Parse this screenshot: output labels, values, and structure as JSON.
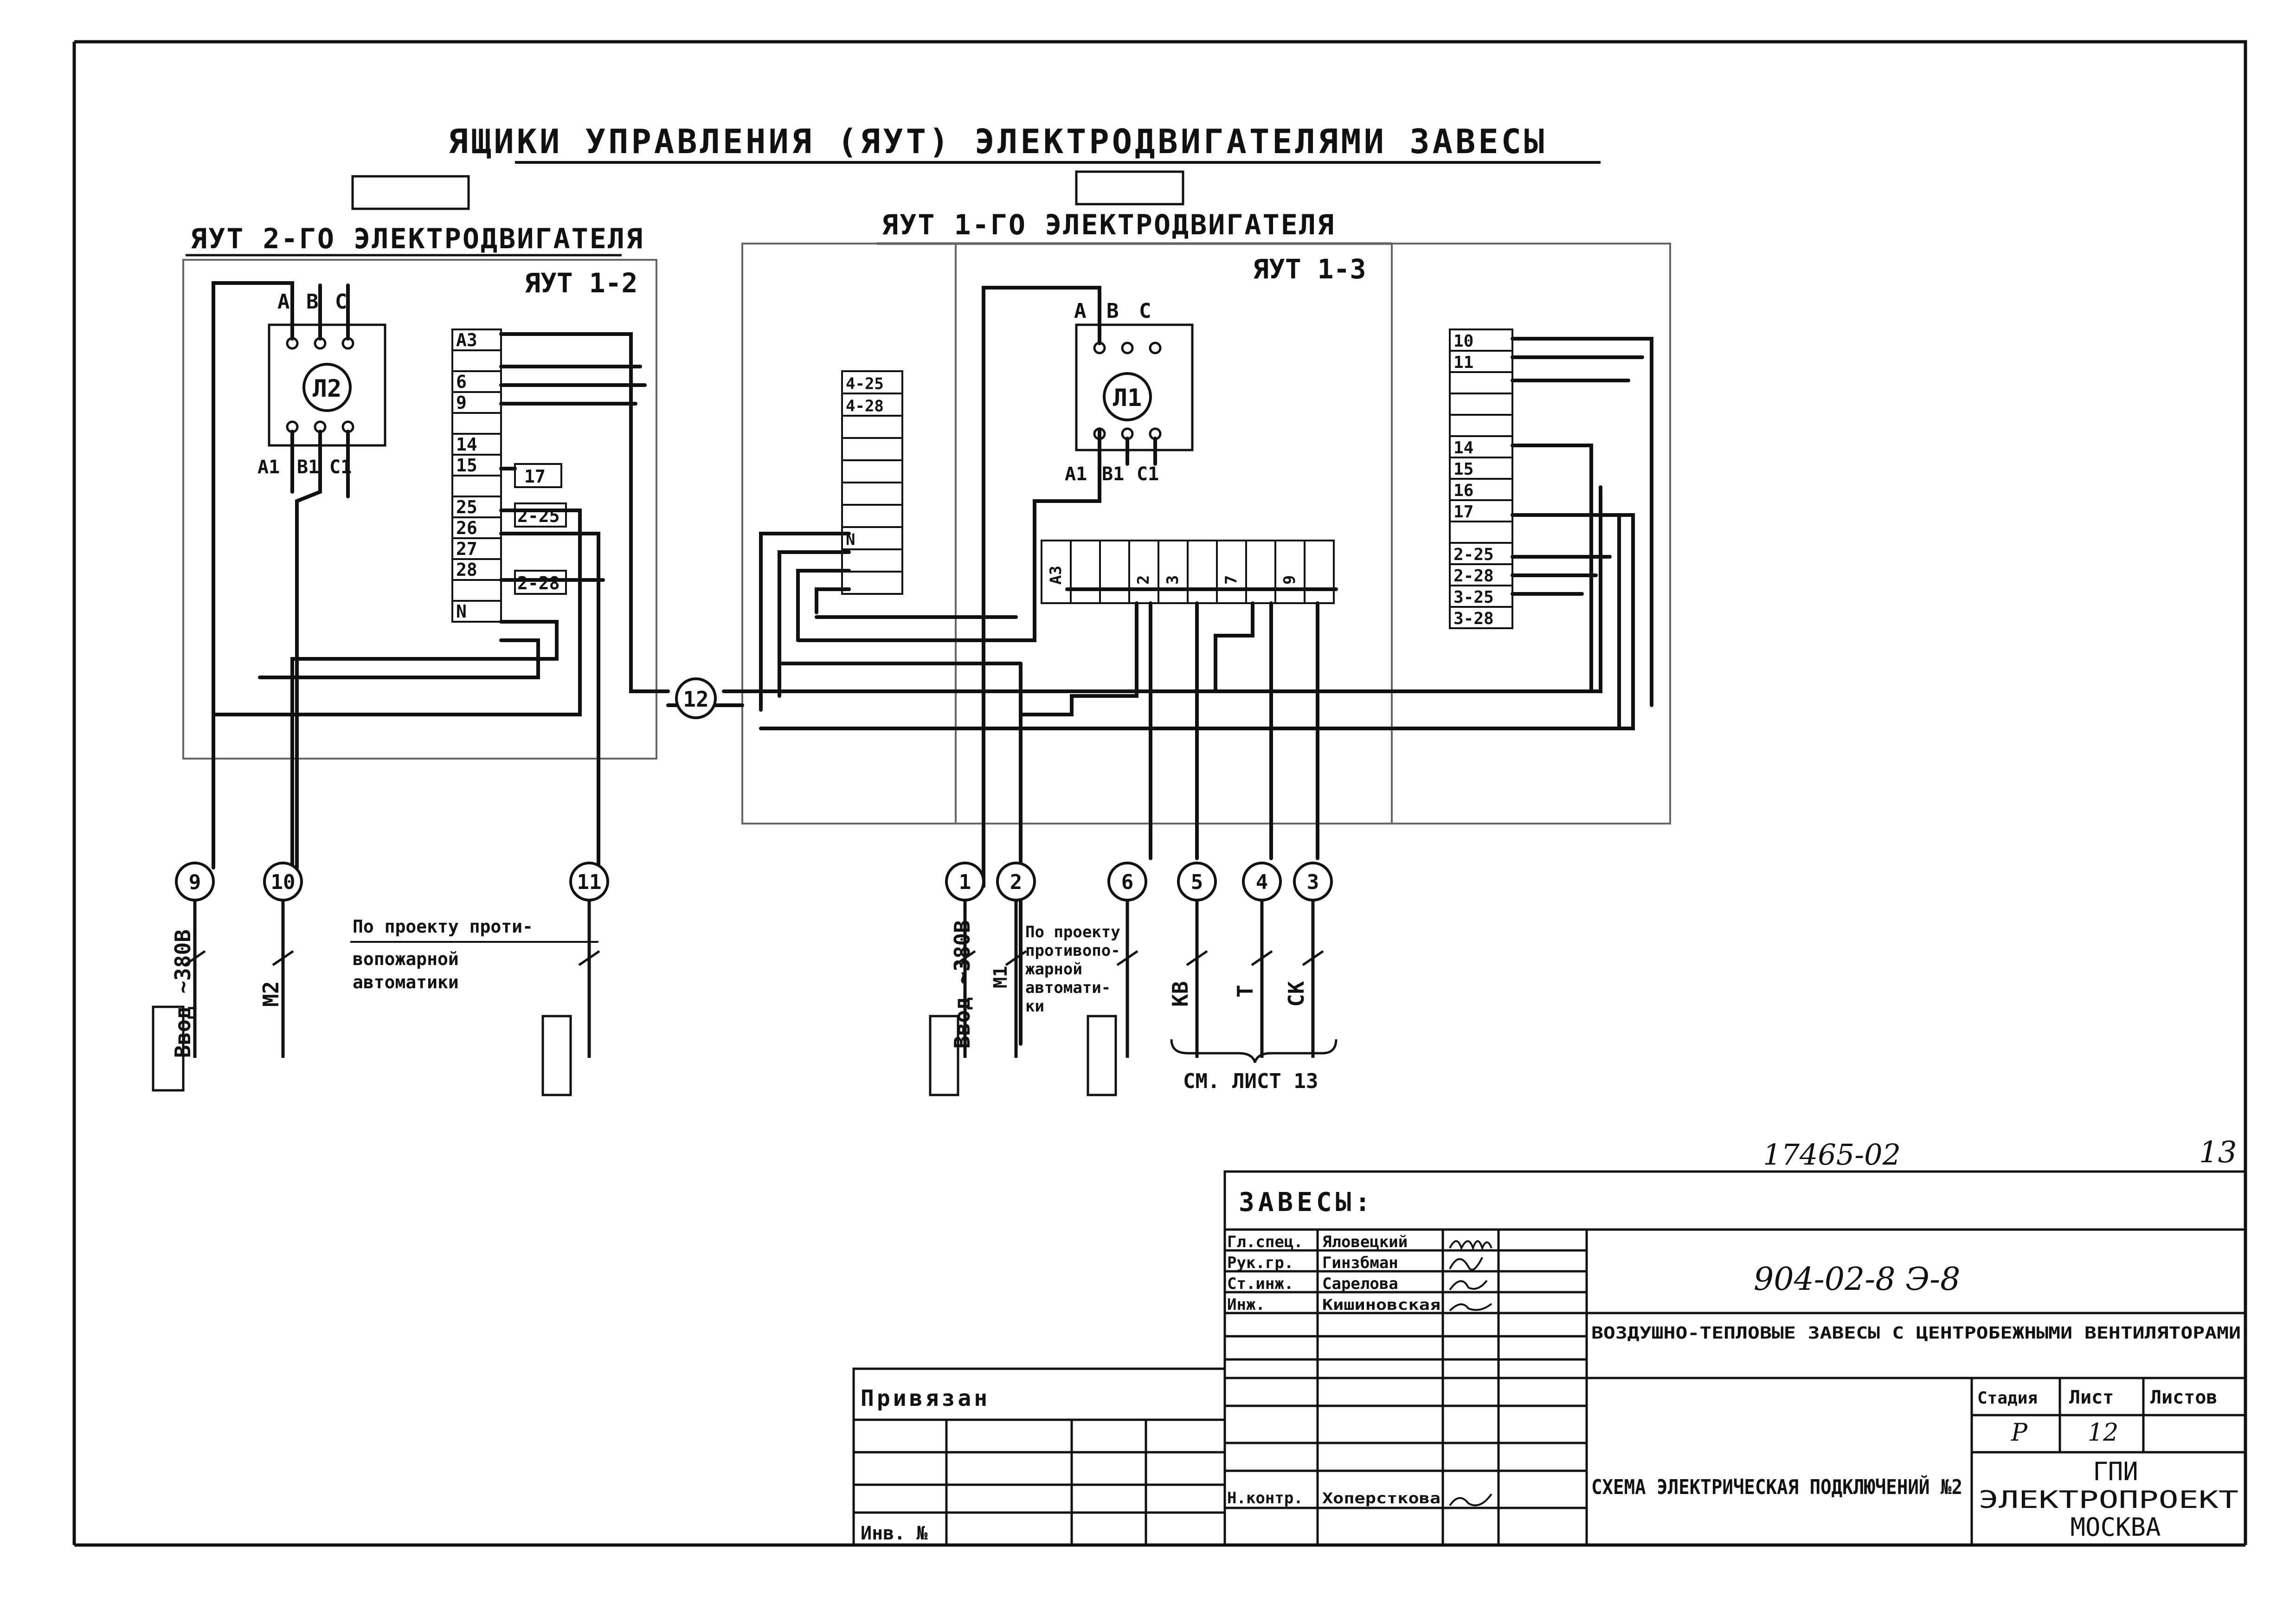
{
  "title": "ЯЩИКИ УПРАВЛЕНИЯ (ЯУТ) ЭЛЕКТРОДВИГАТЕЛЯМИ ЗАВЕСЫ",
  "left_box": {
    "heading": "ЯУТ 2-ГО ЭЛЕКТРОДВИГАТЕЛЯ",
    "id": "ЯУТ 1-2",
    "motor": "Л2",
    "phases_top": [
      "A",
      "B",
      "C"
    ],
    "phases_bottom": [
      "A1",
      "B1",
      "C1"
    ],
    "terminals": [
      "А3",
      "",
      "6",
      "9",
      "",
      "14",
      "15",
      "",
      "25",
      "26",
      "27",
      "28",
      "",
      "N"
    ],
    "jumpers": [
      "17",
      "2-25",
      "2-28"
    ]
  },
  "right_box": {
    "heading": "ЯУТ 1-ГО ЭЛЕКТРОДВИГАТЕЛЯ",
    "id": "ЯУТ 1-3",
    "motor": "Л1",
    "phases_top": [
      "A",
      "B",
      "C"
    ],
    "phases_bottom": [
      "A1",
      "B1",
      "C1"
    ],
    "small_terminals": [
      "4-25",
      "4-28",
      "",
      "",
      "",
      "",
      "",
      "N",
      "",
      ""
    ],
    "mid_terminals": [
      "А3",
      "",
      "",
      "2",
      "3",
      "",
      "7",
      "",
      "9",
      ""
    ],
    "right_terminals": [
      "10",
      "11",
      "",
      "",
      "",
      "14",
      "15",
      "16",
      "17",
      "",
      "2-25",
      "2-28",
      "3-25",
      "3-28"
    ]
  },
  "node_12": "12",
  "cables": [
    {
      "n": "9",
      "label": "Ввод ~380В"
    },
    {
      "n": "10",
      "label": "М2"
    },
    {
      "n": "11",
      "label": ""
    },
    {
      "n": "1",
      "label": "Ввод ~380В"
    },
    {
      "n": "2",
      "label": "М1"
    },
    {
      "n": "6",
      "label": ""
    },
    {
      "n": "5",
      "label": "КВ"
    },
    {
      "n": "4",
      "label": "Т"
    },
    {
      "n": "3",
      "label": "СК"
    }
  ],
  "note_left": [
    "По проекту проти-",
    "вопожарной",
    "автоматики"
  ],
  "note_right": [
    "По проекту",
    "противопо-",
    "жарной",
    "автомати-",
    "ки"
  ],
  "see_sheet": "СМ. ЛИСТ 13",
  "doc_number": "17465-02",
  "sheet_corner": "13",
  "stamp": {
    "title": "ЗАВЕСЫ:",
    "code": "904-02-8   Э-8",
    "description": "ВОЗДУШНО-ТЕПЛОВЫЕ ЗАВЕСЫ С ЦЕНТРОБЕЖНЫМИ ВЕНТИЛЯТОРАМИ",
    "drawing_name": "СХЕМА ЭЛЕКТРИЧЕСКАЯ ПОДКЛЮЧЕНИЙ №2",
    "stage_header": "Стадия",
    "sheet_header": "Лист",
    "sheets_header": "Листов",
    "stage": "Р",
    "sheet": "12",
    "sheets": "",
    "org": [
      "ГПИ",
      "ЭЛЕКТРОПРОЕКТ",
      "МОСКВА"
    ],
    "bound_label": "Привязан",
    "inv_label": "Инв. №",
    "roles": [
      {
        "role": "Гл.спец.",
        "name": "Яловецкий"
      },
      {
        "role": "Рук.гр.",
        "name": "Гинзбман"
      },
      {
        "role": "Ст.инж.",
        "name": "Сарелова"
      },
      {
        "role": "Инж.",
        "name": "Кишиновская"
      }
    ],
    "control_role": "Н.контр.",
    "control_name": "Хоперсткова"
  }
}
